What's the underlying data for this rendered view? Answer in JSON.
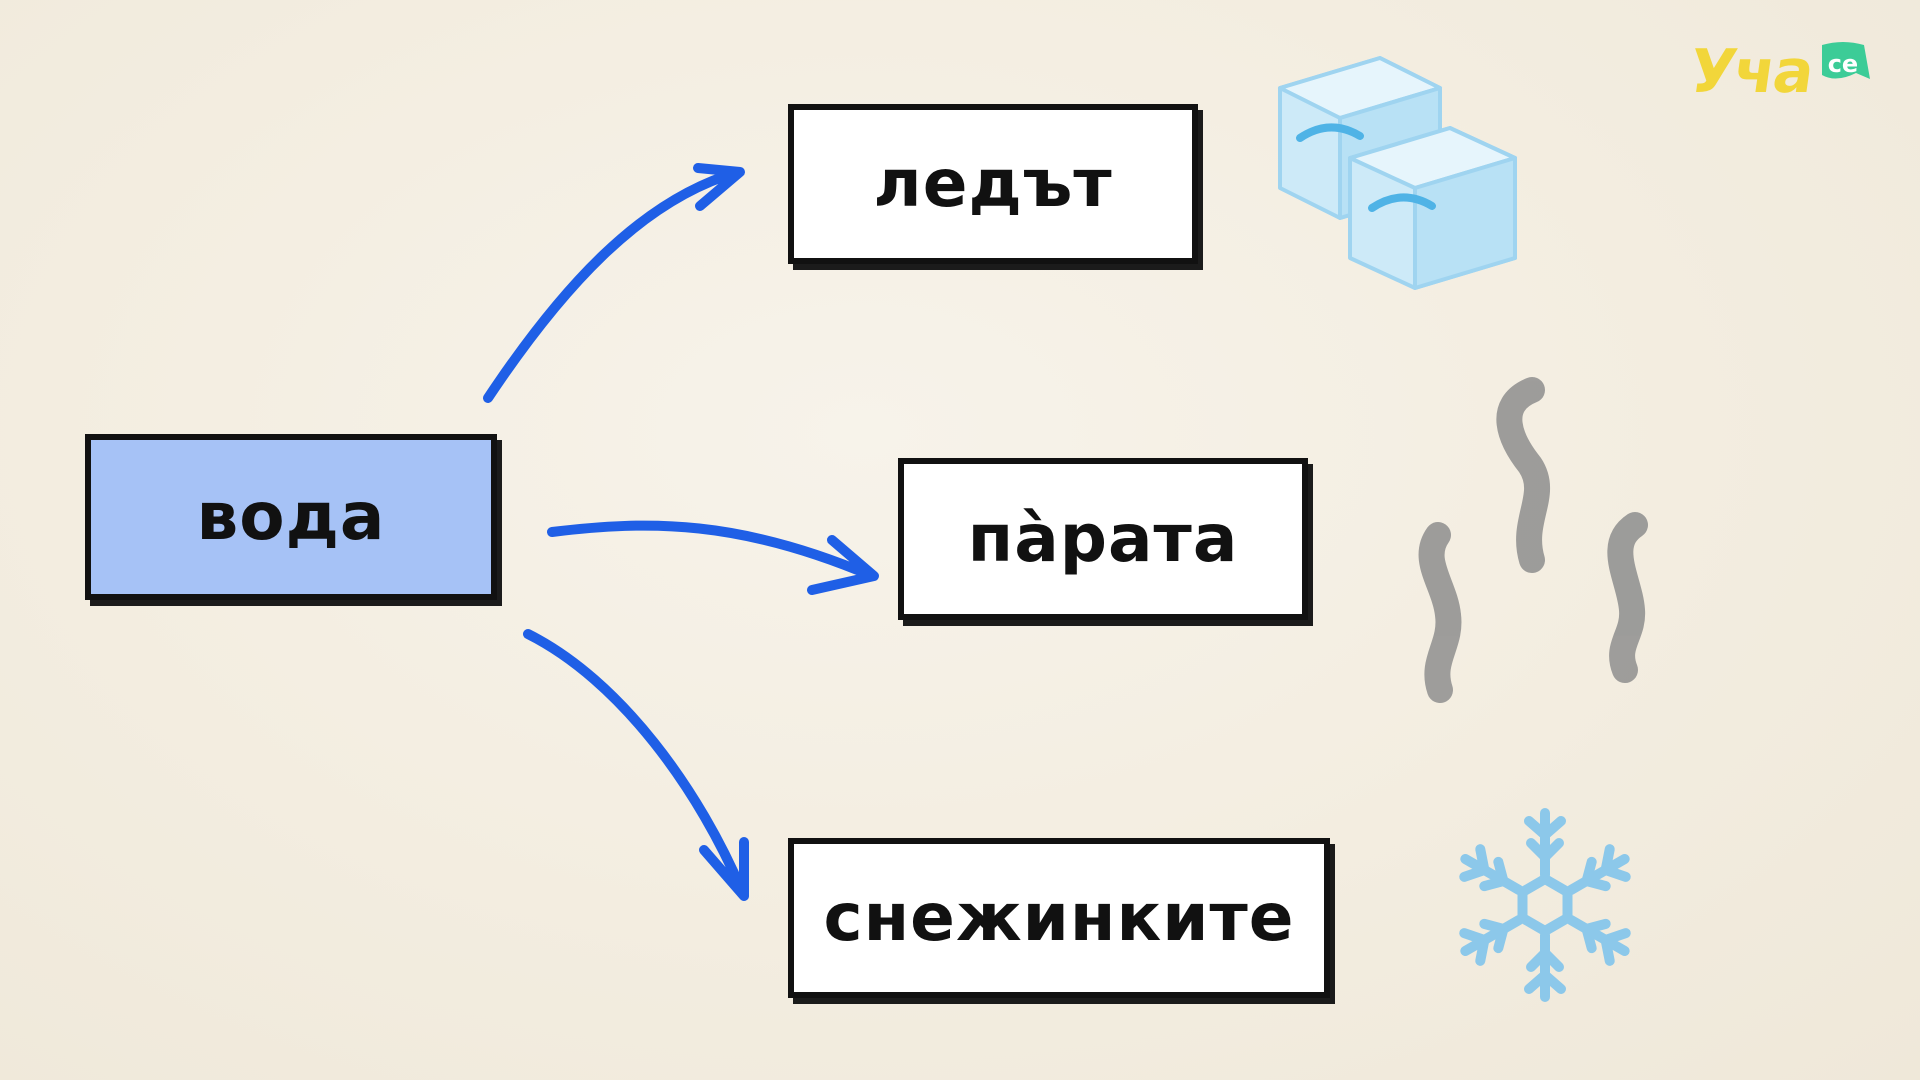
{
  "logo": {
    "name": "Уча",
    "badge": "се"
  },
  "diagram": {
    "source": {
      "label": "вода",
      "fill": "#a6c2f6"
    },
    "targets": [
      {
        "label": "ледът",
        "icon": "ice-cubes-icon"
      },
      {
        "label": "пàрата",
        "icon": "steam-icon"
      },
      {
        "label": "снежинките",
        "icon": "snowflake-icon"
      }
    ],
    "arrow_color": "#1f5fe6"
  }
}
